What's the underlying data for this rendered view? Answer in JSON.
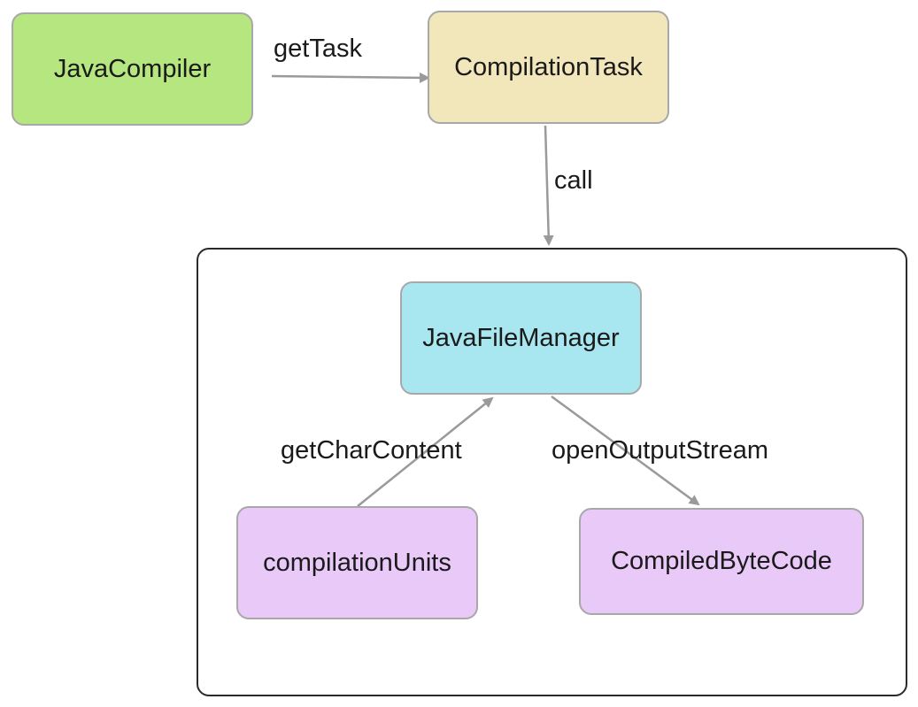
{
  "nodes": {
    "java_compiler": "JavaCompiler",
    "compilation_task": "CompilationTask",
    "java_file_manager": "JavaFileManager",
    "compilation_units": "compilationUnits",
    "compiled_byte_code": "CompiledByteCode"
  },
  "edges": {
    "get_task": "getTask",
    "call": "call",
    "get_char_content": "getCharContent",
    "open_output_stream": "openOutputStream"
  },
  "colors": {
    "java_compiler_fill": "#b5e67f",
    "compilation_task_fill": "#f2e6bb",
    "java_file_manager_fill": "#a8e6f0",
    "purple_fill": "#e8c9f7",
    "arrow": "#9a9a9a",
    "container_border": "#2a2a2a"
  }
}
